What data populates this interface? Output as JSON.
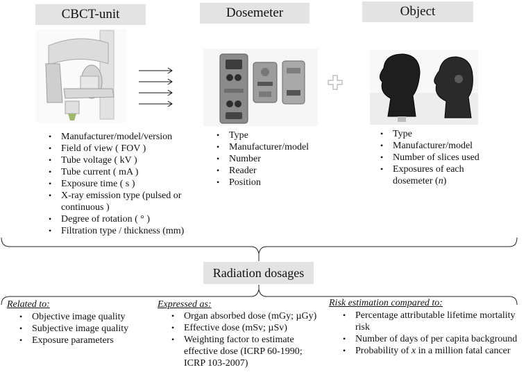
{
  "headers": {
    "cbct": "CBCT-unit",
    "dosemeter": "Dosemeter",
    "object": "Object"
  },
  "lists": {
    "cbct": [
      "Manufacturer/model/version",
      "Field of view ( FOV )",
      "Tube voltage ( kV )",
      "Tube current ( mA )",
      "Exposure time  ( s )",
      "X-ray emission type  (pulsed or continuous )",
      "Degree of rotation ( ° )",
      "Filtration type / thickness  (mm)"
    ],
    "dosemeter": [
      "Type",
      "Manufacturer/model",
      "Number",
      "Reader",
      "Position"
    ],
    "object": [
      "Type",
      "Manufacturer/model",
      "Number of slices  used",
      "Exposures of each dosemeter (n)"
    ]
  },
  "radiation": {
    "title": "Radiation dosages"
  },
  "bottom": {
    "related": {
      "label": "Related to:",
      "items": [
        "Objective image quality",
        "Subjective image quality",
        "Exposure parameters"
      ]
    },
    "expressed": {
      "label": "Expressed as:",
      "items": [
        "Organ absorbed dose (mGy; µGy)",
        "Effective dose (mSv; µSv)",
        "Weighting factor to estimate effective dose (ICRP 60-1990; ICRP 103-2007)"
      ]
    },
    "risk": {
      "label": "Risk estimation compared  to:",
      "items": [
        "Percentage attributable lifetime mortality risk",
        "Number of days of per capita background",
        "Probability of x in a million fatal cancer"
      ]
    }
  },
  "icons": {
    "arrows": "right-arrows-icon",
    "plus": "plus-icon",
    "cbct_photo": "cbct-unit-photo",
    "dosemeter_photo": "dosemeter-photo",
    "object_photo": "phantom-heads-photo"
  }
}
